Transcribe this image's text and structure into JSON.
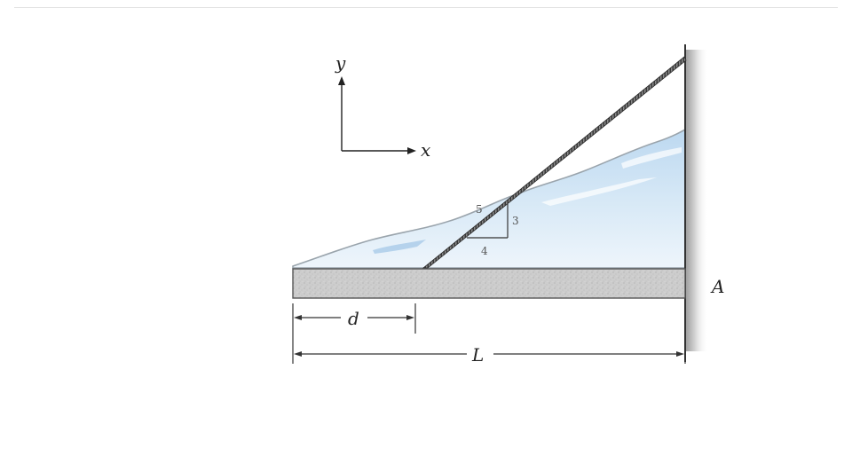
{
  "figure": {
    "axes": {
      "y_label": "y",
      "x_label": "x"
    },
    "slope": {
      "hyp": "5",
      "rise": "3",
      "run": "4"
    },
    "labels": {
      "point": "A",
      "d": "d",
      "L": "L"
    },
    "colors": {
      "water": "#cfe3f4",
      "water_light": "#e6f1fa",
      "slab": "#cbcbcb",
      "line": "#333333",
      "wall_shadow": "#d8d8d8"
    },
    "icons": [
      "x-axis-arrow-icon",
      "y-axis-arrow-icon",
      "dimension-arrow-icon"
    ]
  }
}
